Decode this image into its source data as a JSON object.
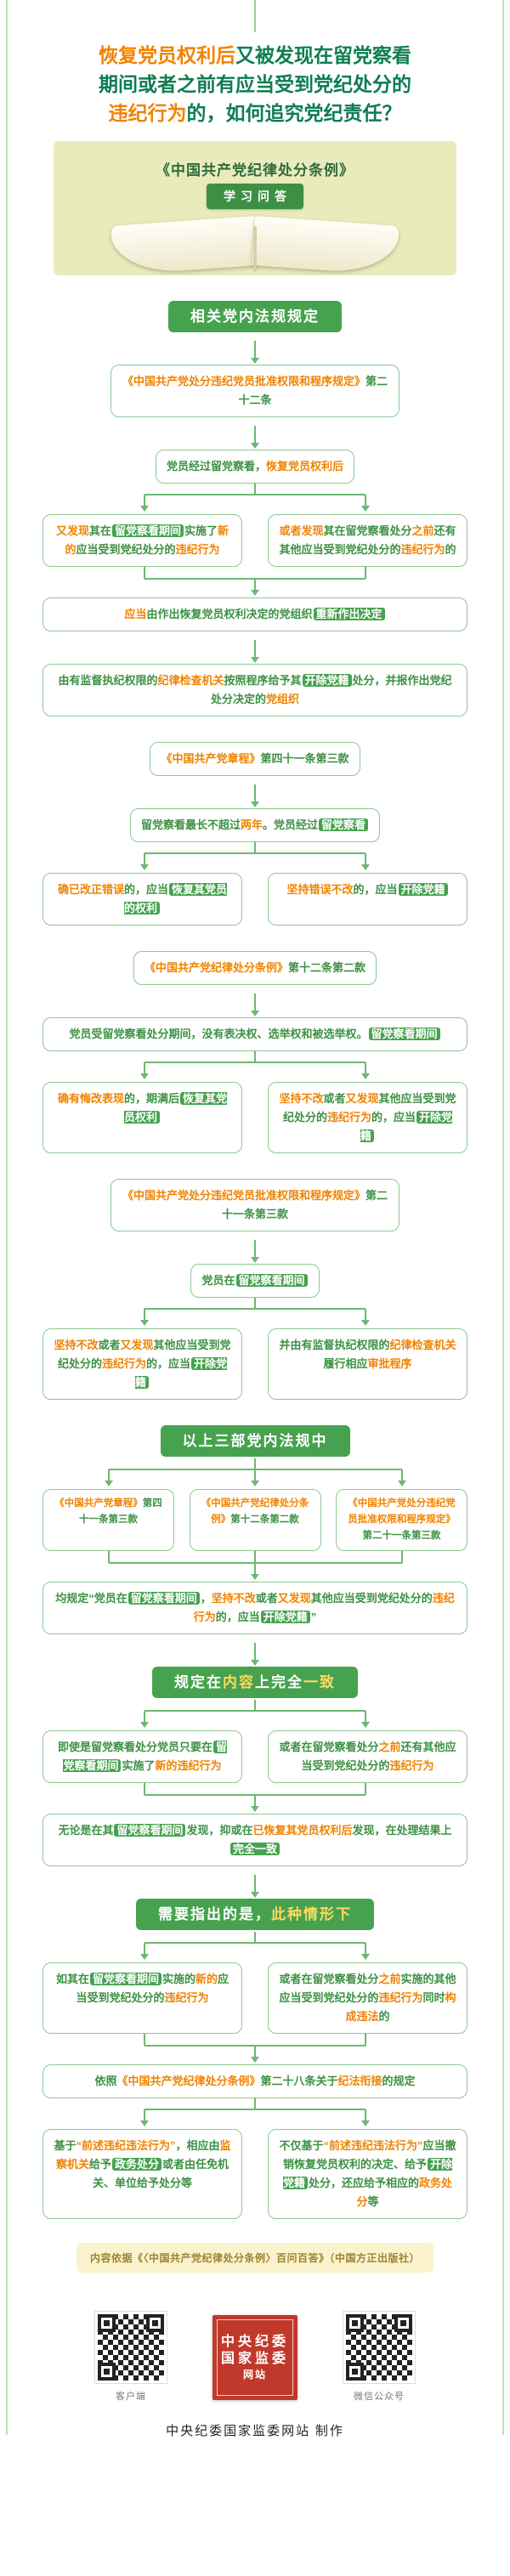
{
  "colors": {
    "green": "#46a24f",
    "orange": "#f08300",
    "title_green": "#0e7d52",
    "note_bg": "#fbf3cd",
    "logo_red": "#c0392b"
  },
  "title": {
    "line1": [
      {
        "t": "恢复党员权利后",
        "s": "o"
      },
      {
        "t": "又被发现在留党察看",
        "s": "t"
      }
    ],
    "line2": [
      {
        "t": "期间或者之前有应当受到党纪处分的",
        "s": "t"
      }
    ],
    "line3": [
      {
        "t": "违纪行为",
        "s": "o"
      },
      {
        "t": "的，如何追究党纪责任？",
        "s": "t"
      }
    ]
  },
  "banner": {
    "book_title": "《中国共产党纪律处分条例》",
    "ribbon": "学习问答"
  },
  "sections": {
    "related_rules_header": "相关党内法规规定",
    "three_rules_header": "以上三部党内法规中",
    "consistency_header": [
      {
        "t": "规定在",
        "s": "w"
      },
      {
        "t": "内容",
        "s": "y"
      },
      {
        "t": "上完全",
        "s": "w"
      },
      {
        "t": "一致",
        "s": "y"
      }
    ],
    "note_header": [
      {
        "t": "需要指出的是，",
        "s": "w"
      },
      {
        "t": "此种情形下",
        "s": "y"
      }
    ]
  },
  "flow": {
    "a1": [
      {
        "t": "《中国共产党处分违纪党员批准权限和程序规定》",
        "s": "o"
      },
      {
        "t": "第二十二条",
        "s": "g"
      }
    ],
    "a2": [
      {
        "t": "党员经过留党察看，",
        "s": "g"
      },
      {
        "t": "恢复党员权利后",
        "s": "o"
      }
    ],
    "a3l": [
      {
        "t": "又发现",
        "s": "o"
      },
      {
        "t": "其在",
        "s": "g"
      },
      {
        "t": "留党察看期间",
        "s": "c"
      },
      {
        "t": "实施了",
        "s": "g"
      },
      {
        "t": "新的",
        "s": "o"
      },
      {
        "t": "应当受到党纪处分的",
        "s": "g"
      },
      {
        "t": "违纪行为",
        "s": "o"
      }
    ],
    "a3r": [
      {
        "t": "或者发现",
        "s": "o"
      },
      {
        "t": "其在留党察看处分",
        "s": "g"
      },
      {
        "t": "之前",
        "s": "o"
      },
      {
        "t": "还有其他应当受到党纪处分的",
        "s": "g"
      },
      {
        "t": "违纪行为",
        "s": "o"
      },
      {
        "t": "的",
        "s": "g"
      }
    ],
    "a4": [
      {
        "t": "应当",
        "s": "o"
      },
      {
        "t": "由作出恢复党员权利决定的党组织",
        "s": "g"
      },
      {
        "t": "重新作出决定",
        "s": "c"
      }
    ],
    "a5": [
      {
        "t": "由有监督执纪权限的",
        "s": "g"
      },
      {
        "t": "纪律检查机关",
        "s": "o"
      },
      {
        "t": "按照程序给予其",
        "s": "g"
      },
      {
        "t": "开除党籍",
        "s": "c"
      },
      {
        "t": "处分，并报作出党纪处分决定的",
        "s": "g"
      },
      {
        "t": "党组织",
        "s": "o"
      }
    ],
    "b1": [
      {
        "t": "《中国共产党章程》",
        "s": "o"
      },
      {
        "t": "第四十一条第三款",
        "s": "g"
      }
    ],
    "b2": [
      {
        "t": "留党察看最长不超过",
        "s": "g"
      },
      {
        "t": "两年",
        "s": "o"
      },
      {
        "t": "。党员经过",
        "s": "g"
      },
      {
        "t": "留党察看",
        "s": "c"
      }
    ],
    "b3l": [
      {
        "t": "确已改正错误",
        "s": "o"
      },
      {
        "t": "的，应当",
        "s": "g"
      },
      {
        "t": "恢复其党员的权利",
        "s": "c"
      }
    ],
    "b3r": [
      {
        "t": "坚持错误不改",
        "s": "o"
      },
      {
        "t": "的，应当",
        "s": "g"
      },
      {
        "t": "开除党籍",
        "s": "c"
      }
    ],
    "c1": [
      {
        "t": "《中国共产党纪律处分条例》",
        "s": "o"
      },
      {
        "t": "第十二条第二款",
        "s": "g"
      }
    ],
    "c2": [
      {
        "t": "党员受留党察看处分期间，没有表决权、选举权和被选举权。",
        "s": "g"
      },
      {
        "t": "留党察看期间",
        "s": "c"
      }
    ],
    "c3l": [
      {
        "t": "确有悔改表现",
        "s": "o"
      },
      {
        "t": "的，期满后",
        "s": "g"
      },
      {
        "t": "恢复其党员权利",
        "s": "c"
      }
    ],
    "c3r": [
      {
        "t": "坚持不改",
        "s": "o"
      },
      {
        "t": "或者",
        "s": "g"
      },
      {
        "t": "又发现",
        "s": "o"
      },
      {
        "t": "其他应当受到党纪处分的",
        "s": "g"
      },
      {
        "t": "违纪行为",
        "s": "o"
      },
      {
        "t": "的，应当",
        "s": "g"
      },
      {
        "t": "开除党籍",
        "s": "c"
      }
    ],
    "d1": [
      {
        "t": "《中国共产党处分违纪党员批准权限和程序规定》",
        "s": "o"
      },
      {
        "t": "第二十一条第三款",
        "s": "g"
      }
    ],
    "d2": [
      {
        "t": "党员在",
        "s": "g"
      },
      {
        "t": "留党察看期间",
        "s": "c"
      }
    ],
    "d3l": [
      {
        "t": "坚持不改",
        "s": "o"
      },
      {
        "t": "或者",
        "s": "g"
      },
      {
        "t": "又发现",
        "s": "o"
      },
      {
        "t": "其他应当受到党纪处分的",
        "s": "g"
      },
      {
        "t": "违纪行为",
        "s": "o"
      },
      {
        "t": "的，应当",
        "s": "g"
      },
      {
        "t": "开除党籍",
        "s": "c"
      }
    ],
    "d3r": [
      {
        "t": "并由有监督执纪权限的",
        "s": "g"
      },
      {
        "t": "纪律检查机关",
        "s": "o"
      },
      {
        "t": "履行相应",
        "s": "g"
      },
      {
        "t": "审批程序",
        "s": "o"
      }
    ],
    "e_boxes": [
      [
        {
          "t": "《中国共产党章程》",
          "s": "o"
        },
        {
          "t": "第四十一条第三款",
          "s": "g"
        }
      ],
      [
        {
          "t": "《中国共产党纪律处分条例》",
          "s": "o"
        },
        {
          "t": "第十二条第二款",
          "s": "g"
        }
      ],
      [
        {
          "t": "《中国共产党处分违纪党员批准权限和程序规定》",
          "s": "o"
        },
        {
          "t": "第二十一条第三款",
          "s": "g"
        }
      ]
    ],
    "e_quote": [
      {
        "t": "均规定“党员在",
        "s": "g"
      },
      {
        "t": "留党察看期间",
        "s": "c"
      },
      {
        "t": "，",
        "s": "g"
      },
      {
        "t": "坚持不改",
        "s": "o"
      },
      {
        "t": "或者",
        "s": "g"
      },
      {
        "t": "又发现",
        "s": "o"
      },
      {
        "t": "其他应当受到党纪处分的",
        "s": "g"
      },
      {
        "t": "违纪行为",
        "s": "o"
      },
      {
        "t": "的，应当",
        "s": "g"
      },
      {
        "t": "开除党籍",
        "s": "c"
      },
      {
        "t": "”",
        "s": "g"
      }
    ],
    "f1l": [
      {
        "t": "即使是留党察看处分党员只要在",
        "s": "g"
      },
      {
        "t": "留党察看期间",
        "s": "c"
      },
      {
        "t": "实施了",
        "s": "g"
      },
      {
        "t": "新的违纪行为",
        "s": "o"
      }
    ],
    "f1r": [
      {
        "t": "或者在留党察看处分",
        "s": "g"
      },
      {
        "t": "之前",
        "s": "o"
      },
      {
        "t": "还有其他应当受到党纪处分的",
        "s": "g"
      },
      {
        "t": "违纪行为",
        "s": "o"
      }
    ],
    "f2": [
      {
        "t": "无论是在其",
        "s": "g"
      },
      {
        "t": "留党察看期间",
        "s": "c"
      },
      {
        "t": "发现，抑或在",
        "s": "g"
      },
      {
        "t": "已恢复其党员权利后",
        "s": "o"
      },
      {
        "t": "发现，在处理结果上",
        "s": "g"
      },
      {
        "t": "完全一致",
        "s": "c"
      }
    ],
    "g1l": [
      {
        "t": "如其在",
        "s": "g"
      },
      {
        "t": "留党察看期间",
        "s": "c"
      },
      {
        "t": "实施的",
        "s": "g"
      },
      {
        "t": "新的",
        "s": "o"
      },
      {
        "t": "应当受到党纪处分的",
        "s": "g"
      },
      {
        "t": "违纪行为",
        "s": "o"
      }
    ],
    "g1r": [
      {
        "t": "或者在留党察看处分",
        "s": "g"
      },
      {
        "t": "之前",
        "s": "o"
      },
      {
        "t": "实施的其他应当受到党纪处分的",
        "s": "g"
      },
      {
        "t": "违纪行为",
        "s": "o"
      },
      {
        "t": "同时",
        "s": "g"
      },
      {
        "t": "构成违法",
        "s": "o"
      },
      {
        "t": "的",
        "s": "g"
      }
    ],
    "g2": [
      {
        "t": "依照",
        "s": "g"
      },
      {
        "t": "《中国共产党纪律处分条例》",
        "s": "o"
      },
      {
        "t": "第二十八条",
        "s": "g"
      },
      {
        "t": "关于",
        "s": "g"
      },
      {
        "t": "纪法衔接",
        "s": "o"
      },
      {
        "t": "的规定",
        "s": "g"
      }
    ],
    "g3l": [
      {
        "t": "基于",
        "s": "g"
      },
      {
        "t": "“前述违纪违法行为”",
        "s": "o"
      },
      {
        "t": "，相应由",
        "s": "g"
      },
      {
        "t": "监察机关",
        "s": "o"
      },
      {
        "t": "给予",
        "s": "g"
      },
      {
        "t": "政务处分",
        "s": "c"
      },
      {
        "t": "或者由任免机关、单位给予处分等",
        "s": "g"
      }
    ],
    "g3r": [
      {
        "t": "不仅基于",
        "s": "g"
      },
      {
        "t": "“前述违纪违法行为”",
        "s": "o"
      },
      {
        "t": "应当撤销恢复党员权利的决定、给予",
        "s": "g"
      },
      {
        "t": "开除党籍",
        "s": "c"
      },
      {
        "t": "处分，还应给予相应的",
        "s": "g"
      },
      {
        "t": "政务处分",
        "s": "o"
      },
      {
        "t": "等",
        "s": "g"
      }
    ]
  },
  "footer": {
    "source_note": "内容依据《〈中国共产党纪律处分条例〉百问百答》（中国方正出版社）"
  },
  "bottom": {
    "qr_left_label": "客户端",
    "qr_right_label": "微信公众号",
    "logo_lines": [
      "中央纪委",
      "国家监委",
      "网站"
    ],
    "credit": "中央纪委国家监委网站 制作"
  }
}
